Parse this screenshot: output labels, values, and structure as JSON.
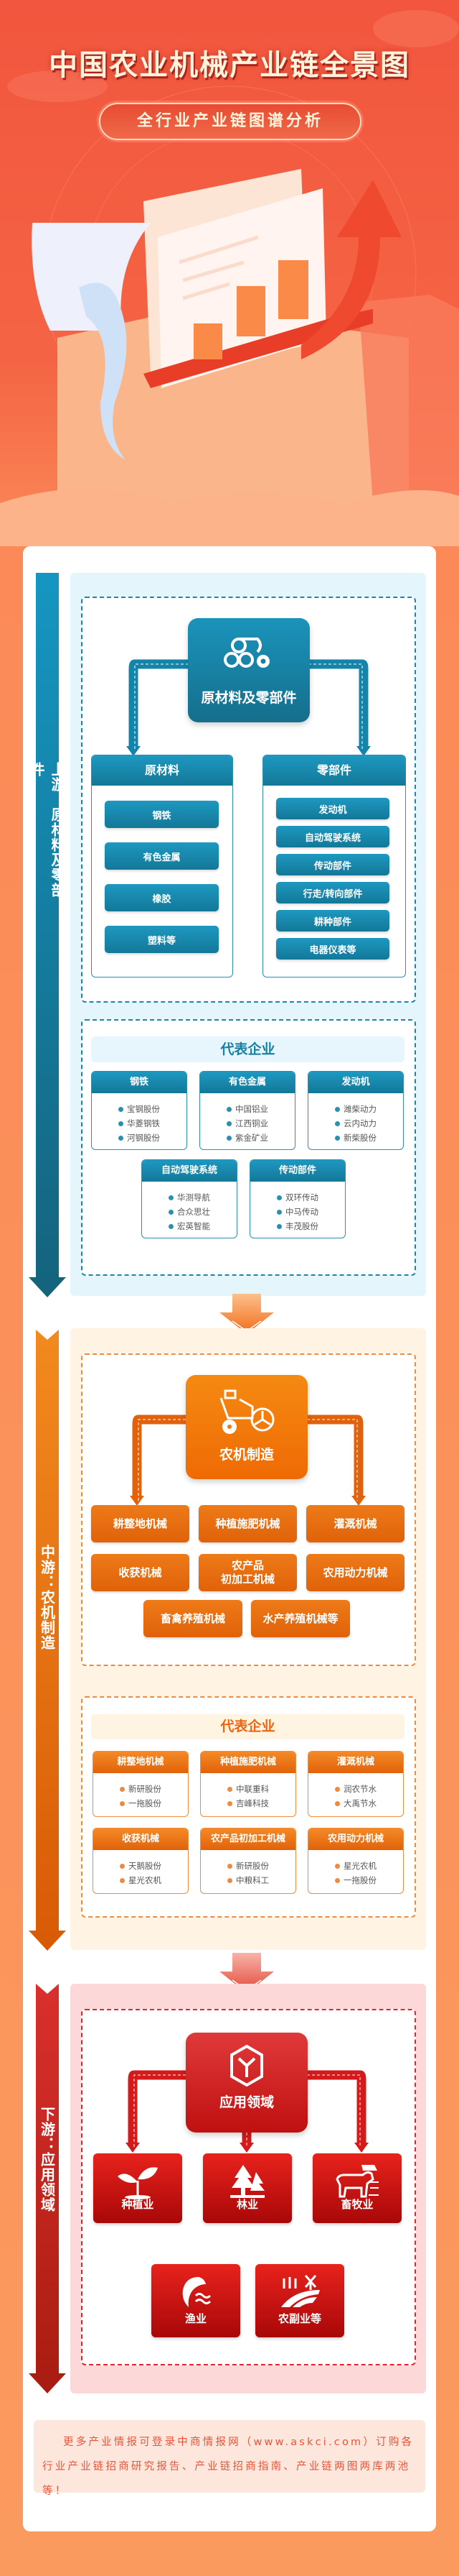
{
  "header": {
    "title": "中国农业机械产业链全景图",
    "subtitle": "全行业产业链图谱分析"
  },
  "colors": {
    "upstream": "#1689b2",
    "midstream": "#ea6c0e",
    "downstream": "#c41414",
    "header_bg": "#f2563e",
    "footer_text": "#e8553a"
  },
  "upstream": {
    "label": "上游：原材料及零部件",
    "hub": {
      "label": "原材料及零部件",
      "icon": "pipes-gear-icon"
    },
    "groups": [
      {
        "title": "原材料",
        "items": [
          "钢铁",
          "有色金属",
          "橡胶",
          "塑料等"
        ]
      },
      {
        "title": "零部件",
        "items": [
          "发动机",
          "自动驾驶系统",
          "传动部件",
          "行走/转向部件",
          "耕种部件",
          "电器仪表等"
        ]
      }
    ],
    "enterprises": {
      "title": "代表企业",
      "cards": [
        {
          "title": "钢铁",
          "companies": [
            "宝钢股份",
            "华菱钢铁",
            "河钢股份"
          ]
        },
        {
          "title": "有色金属",
          "companies": [
            "中国铝业",
            "江西铜业",
            "紫金矿业"
          ]
        },
        {
          "title": "发动机",
          "companies": [
            "潍柴动力",
            "云内动力",
            "新柴股份"
          ]
        },
        {
          "title": "自动驾驶系统",
          "companies": [
            "华测导航",
            "合众思壮",
            "宏英智能"
          ]
        },
        {
          "title": "传动部件",
          "companies": [
            "双环传动",
            "中马传动",
            "丰茂股份"
          ]
        }
      ]
    }
  },
  "midstream": {
    "label": "中游：农机制造",
    "hub": {
      "label": "农机制造",
      "icon": "tractor-icon"
    },
    "items": [
      "耕整地机械",
      "种植施肥机械",
      "灌溉机械",
      "收获机械",
      "农产品\n初加工机械",
      "农用动力机械",
      "畜禽养殖机械",
      "水产养殖机械等"
    ],
    "enterprises": {
      "title": "代表企业",
      "cards": [
        {
          "title": "耕整地机械",
          "companies": [
            "新研股份",
            "一拖股份"
          ]
        },
        {
          "title": "种植施肥机械",
          "companies": [
            "中联重科",
            "吉峰科技"
          ]
        },
        {
          "title": "灌溉机械",
          "companies": [
            "润农节水",
            "大禹节水"
          ]
        },
        {
          "title": "收获机械",
          "companies": [
            "天鹅股份",
            "星光农机"
          ]
        },
        {
          "title": "农产品初加工机械",
          "companies": [
            "新研股份",
            "中粮科工"
          ]
        },
        {
          "title": "农用动力机械",
          "companies": [
            "星光农机",
            "一拖股份"
          ]
        }
      ]
    }
  },
  "downstream": {
    "label": "下游：应用领域",
    "hub": {
      "label": "应用领域",
      "icon": "cube-icon"
    },
    "items": [
      {
        "label": "种植业",
        "icon": "sprout-icon"
      },
      {
        "label": "林业",
        "icon": "trees-icon"
      },
      {
        "label": "畜牧业",
        "icon": "livestock-icon"
      },
      {
        "label": "渔业",
        "icon": "fish-icon"
      },
      {
        "label": "农副业等",
        "icon": "windmill-field-icon"
      }
    ]
  },
  "footer": {
    "text": "更多产业情报可登录中商情报网（www.askci.com）订购各行业产业链招商研究报告、产业链招商指南、产业链两图两库两池等！"
  }
}
